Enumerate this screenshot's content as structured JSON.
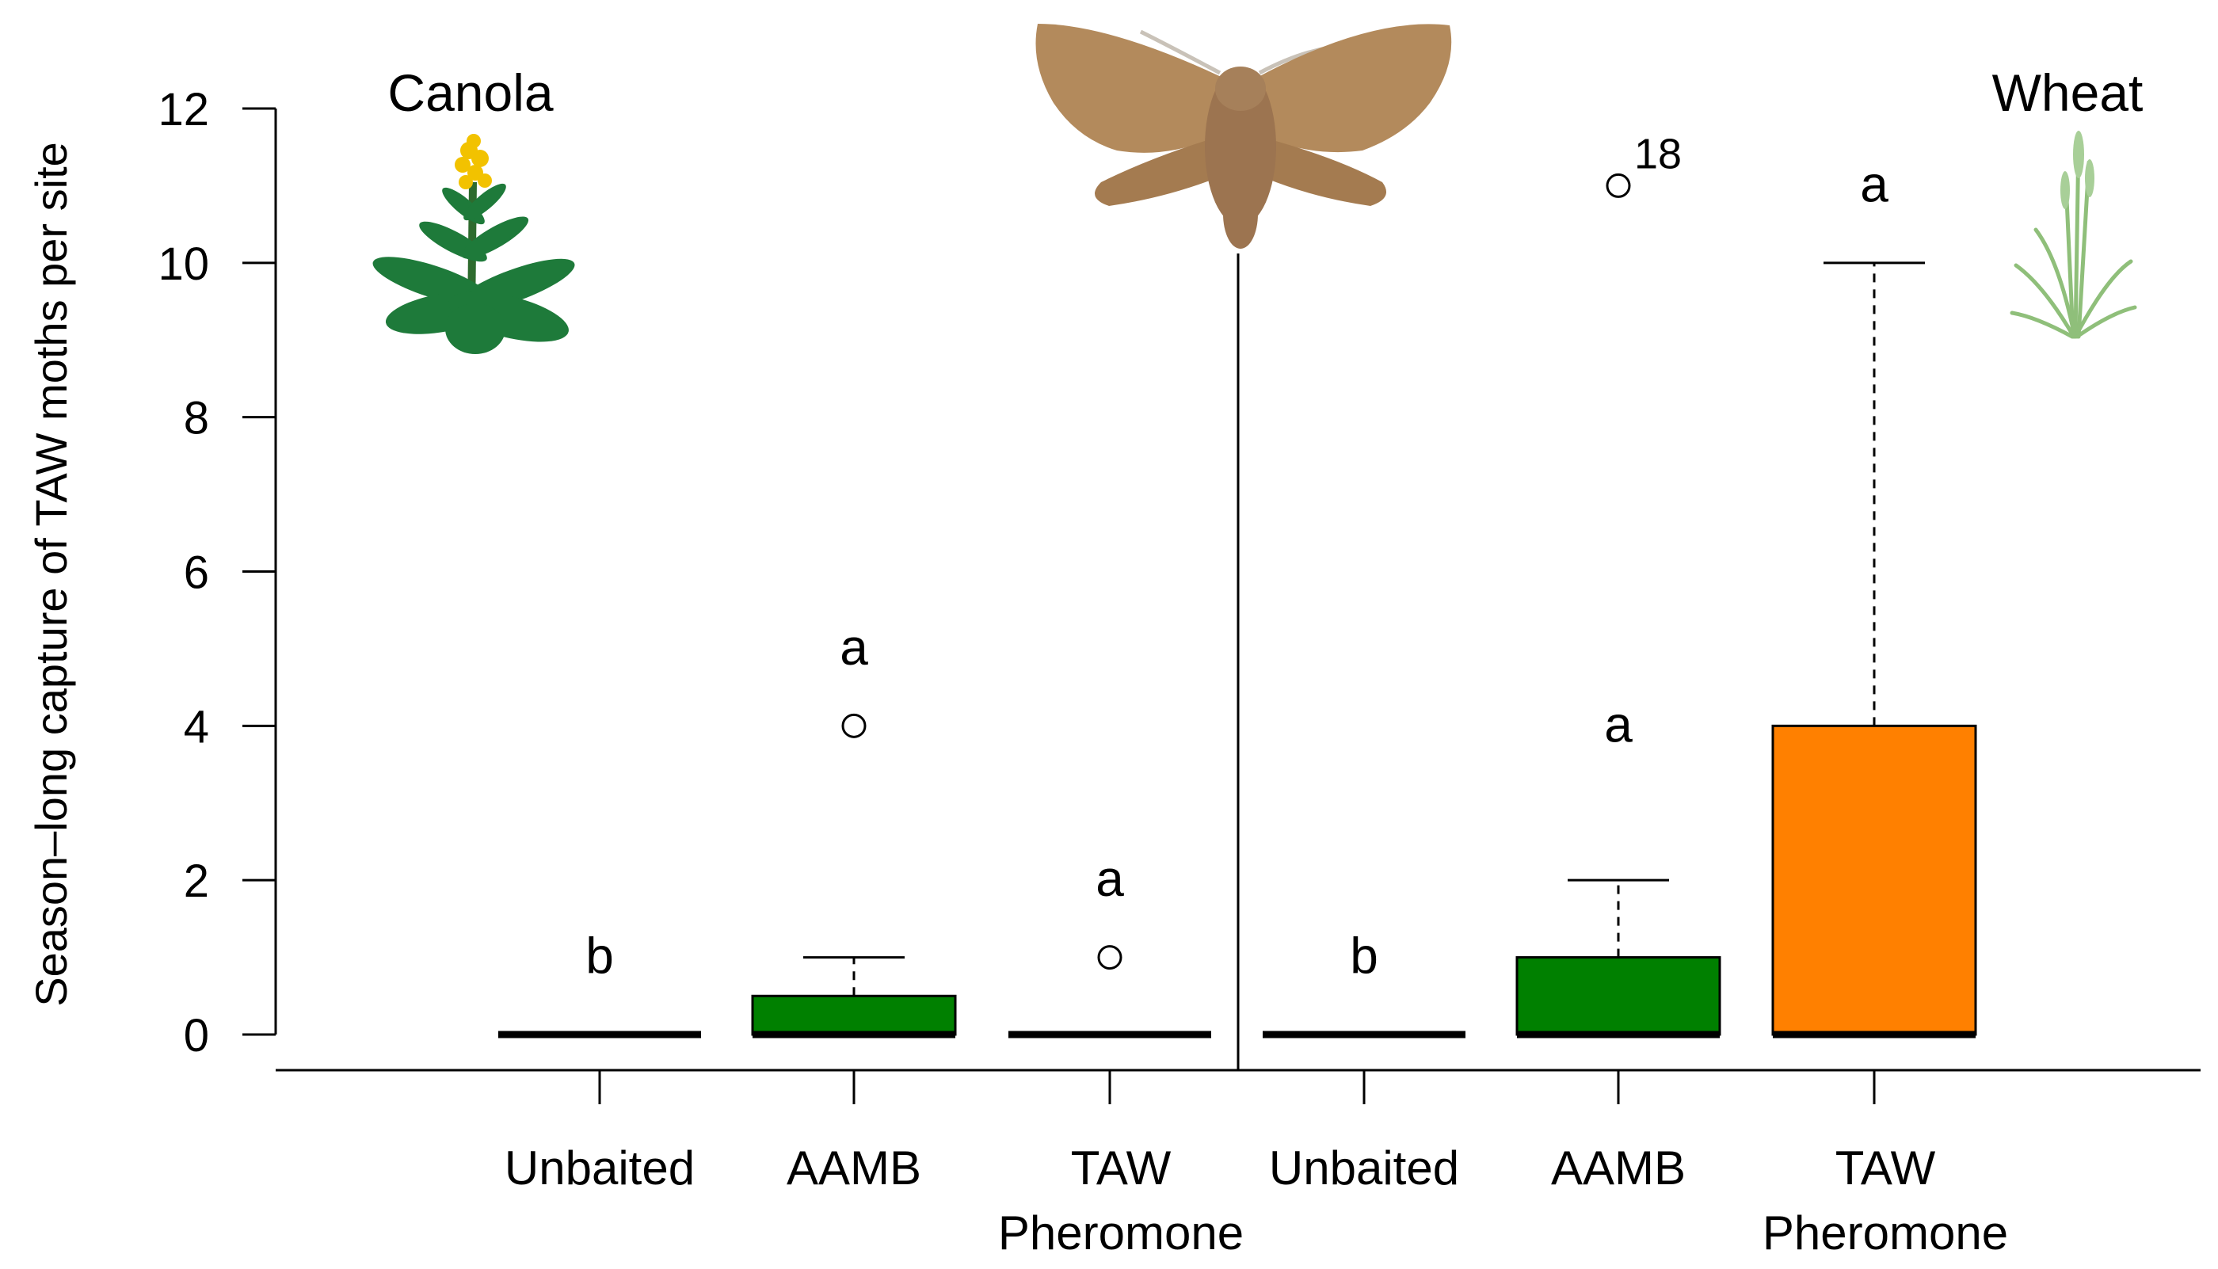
{
  "chart_data": {
    "type": "boxplot",
    "ylabel": "Season–long capture of TAW moths per site",
    "ylim": [
      0,
      12
    ],
    "yticks": [
      0,
      2,
      4,
      6,
      8,
      10,
      12
    ],
    "grid": false,
    "panels": [
      {
        "label": "Canola",
        "plant_icon": "canola-plant-icon"
      },
      {
        "label": "Wheat",
        "plant_icon": "wheat-plant-icon"
      }
    ],
    "center_icon": "moth-icon",
    "groups": [
      {
        "panel": "Canola",
        "label": [
          "Unbaited"
        ],
        "q1": 0,
        "median": 0,
        "q3": 0,
        "whisker_low": 0,
        "whisker_high": 0,
        "outliers": [],
        "letter": "b",
        "letter_y": 1.0,
        "color": ""
      },
      {
        "panel": "Canola",
        "label": [
          "AAMB"
        ],
        "q1": 0,
        "median": 0,
        "q3": 0.5,
        "whisker_low": 0,
        "whisker_high": 1,
        "outliers": [
          4
        ],
        "letter": "a",
        "letter_y": 5.0,
        "color": "#008000"
      },
      {
        "panel": "Canola",
        "label": [
          "TAW",
          "Pheromone"
        ],
        "q1": 0,
        "median": 0,
        "q3": 0,
        "whisker_low": 0,
        "whisker_high": 0,
        "outliers": [
          1
        ],
        "letter": "a",
        "letter_y": 2.0,
        "color": ""
      },
      {
        "panel": "Wheat",
        "label": [
          "Unbaited"
        ],
        "q1": 0,
        "median": 0,
        "q3": 0,
        "whisker_low": 0,
        "whisker_high": 0,
        "outliers": [],
        "letter": "b",
        "letter_y": 1.0,
        "color": ""
      },
      {
        "panel": "Wheat",
        "label": [
          "AAMB"
        ],
        "q1": 0,
        "median": 0,
        "q3": 1,
        "whisker_low": 0,
        "whisker_high": 2,
        "outliers": [
          11
        ],
        "outlier_note": "18",
        "letter": "a",
        "letter_y": 4.0,
        "color": "#008000"
      },
      {
        "panel": "Wheat",
        "label": [
          "TAW",
          "Pheromone"
        ],
        "q1": 0,
        "median": 0,
        "q3": 4,
        "whisker_low": 0,
        "whisker_high": 10,
        "outliers": [],
        "letter": "a",
        "letter_y": 11.0,
        "color": "#ff8000"
      }
    ]
  }
}
